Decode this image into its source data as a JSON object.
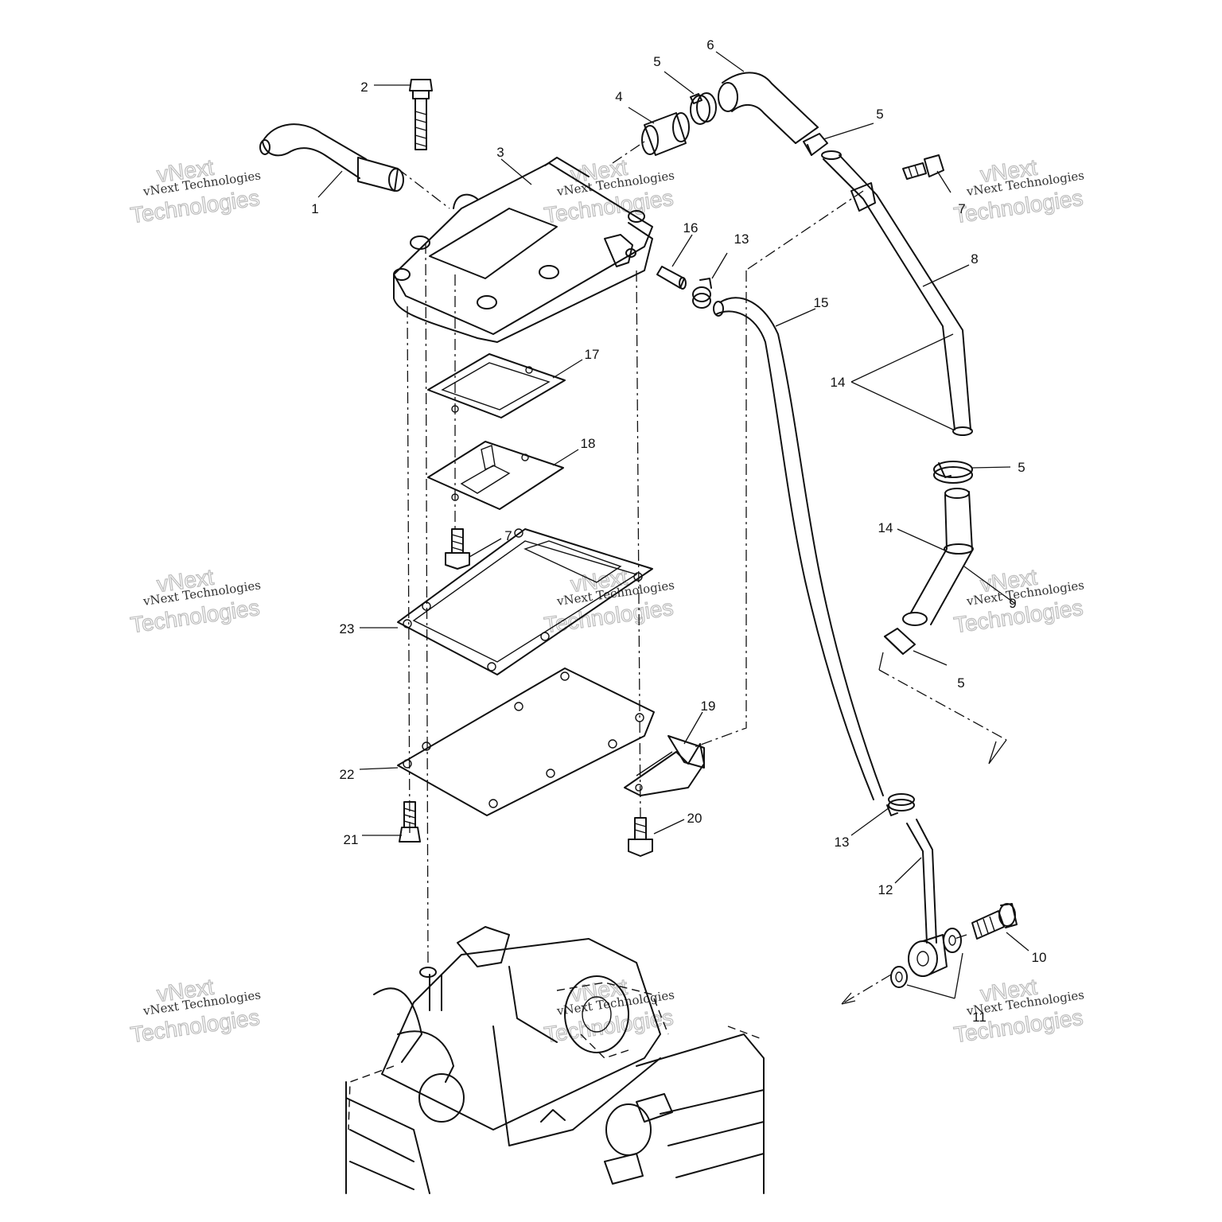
{
  "callouts": [
    "1",
    "2",
    "3",
    "4",
    "5",
    "6",
    "5",
    "7",
    "8",
    "14",
    "5",
    "14",
    "9",
    "5",
    "16",
    "13",
    "15",
    "17",
    "18",
    "7",
    "23",
    "22",
    "21",
    "19",
    "20",
    "13",
    "12",
    "10",
    "11"
  ],
  "watermark": {
    "line_small": "vNext Technologies",
    "line_big_1": "vNext",
    "line_big_2": "Technologies"
  },
  "colors": {
    "ink": "#111111",
    "paper": "#ffffff",
    "watermark": "#bdbdbd"
  }
}
